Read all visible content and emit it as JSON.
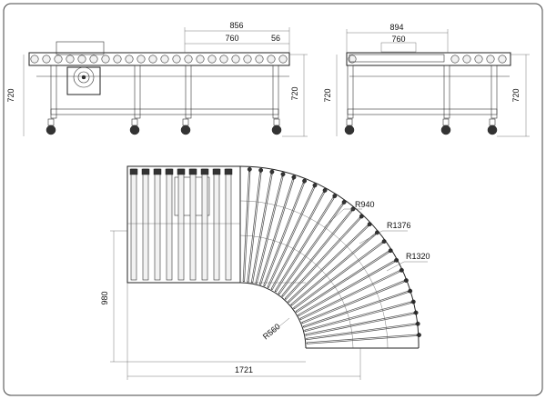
{
  "drawing": {
    "colors": {
      "line": "#222222",
      "background": "#ffffff"
    },
    "front_view": {
      "dim_overall": "856",
      "dim_roller_span": "760",
      "dim_end": "56",
      "dim_height": "720"
    },
    "side_view": {
      "dim_width": "894",
      "dim_inner": "760",
      "dim_height": "720"
    },
    "plan_view": {
      "radius_outer": "R940",
      "radius_mid": "R1376",
      "radius_rail": "R1320",
      "radius_inner": "R560",
      "dim_depth": "980",
      "dim_length": "1721"
    }
  }
}
